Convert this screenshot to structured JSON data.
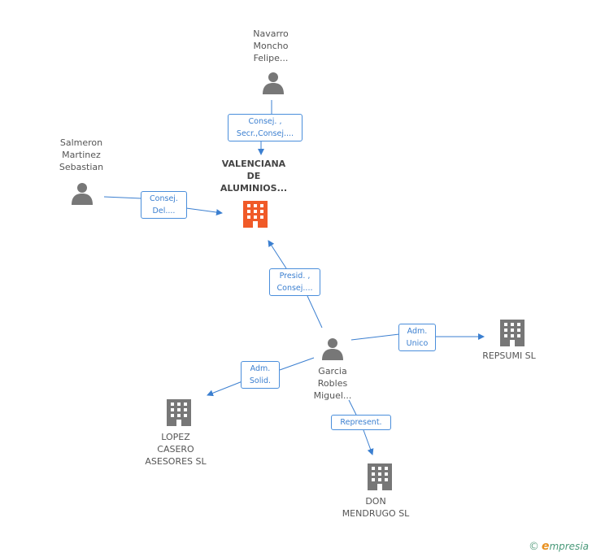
{
  "nodes": {
    "navarro": {
      "lines": [
        "Navarro",
        "Moncho",
        "Felipe..."
      ]
    },
    "salmeron": {
      "lines": [
        "Salmeron",
        "Martinez",
        "Sebastian"
      ]
    },
    "valenciana": {
      "lines": [
        "VALENCIANA",
        "DE",
        "ALUMINIOS..."
      ]
    },
    "garcia": {
      "lines": [
        "Garcia",
        "Robles",
        "Miguel..."
      ]
    },
    "repsumi": {
      "lines": [
        "REPSUMI SL"
      ]
    },
    "lopez": {
      "lines": [
        "LOPEZ",
        "CASERO",
        "ASESORES SL"
      ]
    },
    "don": {
      "lines": [
        "DON",
        "MENDRUGO SL"
      ]
    }
  },
  "relations": {
    "navarro_valenciana": {
      "lines": [
        "Consej. ,",
        "Secr.,Consej...."
      ]
    },
    "salmeron_valenciana": {
      "lines": [
        "Consej.",
        "Del...."
      ]
    },
    "garcia_valenciana": {
      "lines": [
        "Presid. ,",
        "Consej...."
      ]
    },
    "garcia_repsumi": {
      "lines": [
        "Adm.",
        "Unico"
      ]
    },
    "garcia_lopez": {
      "lines": [
        "Adm.",
        "Solid."
      ]
    },
    "garcia_don": {
      "lines": [
        "Represent."
      ]
    }
  },
  "colors": {
    "edge": "#3b7fd0",
    "person": "#777777",
    "company": "#777777",
    "company_main": "#f05a28"
  },
  "icons": {
    "person": "person-icon",
    "company": "building-icon"
  },
  "footer": {
    "copyright": "©",
    "brand_e": "e",
    "brand_rest": "mpresia"
  }
}
